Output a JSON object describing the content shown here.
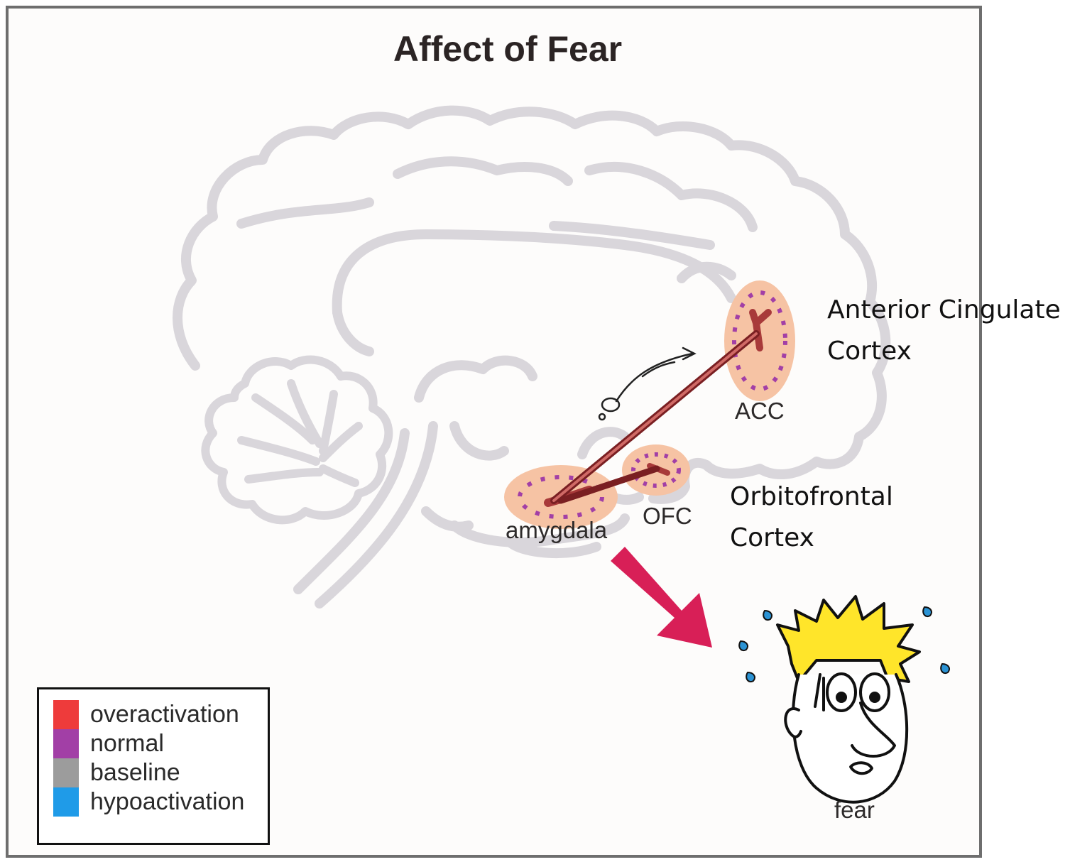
{
  "title": "Affect of Fear",
  "labels": {
    "acc": "ACC",
    "ofc": "OFC",
    "amygdala": "amygdala",
    "fear": "fear"
  },
  "annotations": {
    "acc_line1": "Anterior Cingulate",
    "acc_line2": "Cortex",
    "ofc_line1": "Orbitofrontal",
    "ofc_line2": "Cortex"
  },
  "legend": [
    {
      "label": "overactivation",
      "color": "#ee3b3b"
    },
    {
      "label": "normal",
      "color": "#a23fa6"
    },
    {
      "label": "baseline",
      "color": "#9c9c9c"
    },
    {
      "label": "hypoactivation",
      "color": "#1f9be8"
    }
  ],
  "colors": {
    "brain_outline": "#d9d6db",
    "region_fill": "#f6c3a4",
    "connection": "#7a1f22",
    "big_arrow": "#d81f57",
    "hair": "#ffe52a",
    "sweat": "#2b93d4"
  }
}
